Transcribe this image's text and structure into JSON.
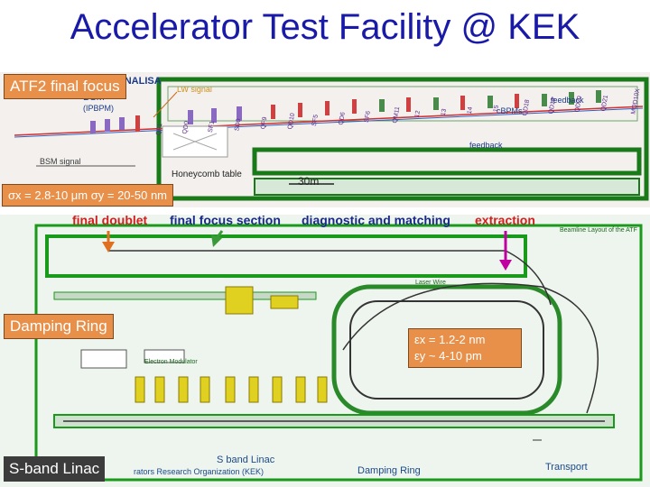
{
  "title": "Accelerator Test Facility @ KEK",
  "labels": {
    "atf2": "ATF2 final focus",
    "sigma": "σx = 2.8-10 μm  σy = 20-50 nm",
    "damping_ring": "Damping Ring",
    "emittance_x": "εx = 1.2-2 nm",
    "emittance_y": "εy ~ 4-10  pm",
    "sband": "S-band Linac"
  },
  "sections": {
    "final_doublet": "final doublet",
    "final_focus": "final focus section",
    "diagnostic": "diagnostic and matching",
    "extraction": "extraction"
  },
  "top_plan_text": {
    "monalisa": "MONALISA",
    "bsm": "BSM",
    "ipbpm": "(IPBPM)",
    "lw_signal": "LW signal",
    "honeycomb": "Honeycomb table",
    "scale": "30m",
    "feedback_top": "feedback",
    "feedback_mid": "feedback",
    "bpms": "cBPMs",
    "bsm_signal": "BSM signal",
    "magnets": [
      "QF1",
      "QD0",
      "SF1",
      "SD0",
      "QF9",
      "QD10",
      "SF5",
      "QD6",
      "SF6",
      "QM11",
      "12",
      "13",
      "14",
      "15",
      "QD18",
      "QD19",
      "QD20",
      "QD21",
      "MQD10X"
    ]
  },
  "bottom_plan_text": {
    "sband_linac": "S band Linac",
    "damping_ring": "Damping Ring",
    "transport": "Transport",
    "organization": "rators Research Organization (KEK)",
    "electron_modulator": "Electron Modulator",
    "laser_wire": "Laser Wire",
    "plan_note": "Beamline Layout of the ATF"
  },
  "colors": {
    "title": "#1a1aa8",
    "label_box": "#e8904a",
    "section_red": "#d22020",
    "section_blue": "#1a2a8a",
    "extraction": "#c000a0"
  }
}
